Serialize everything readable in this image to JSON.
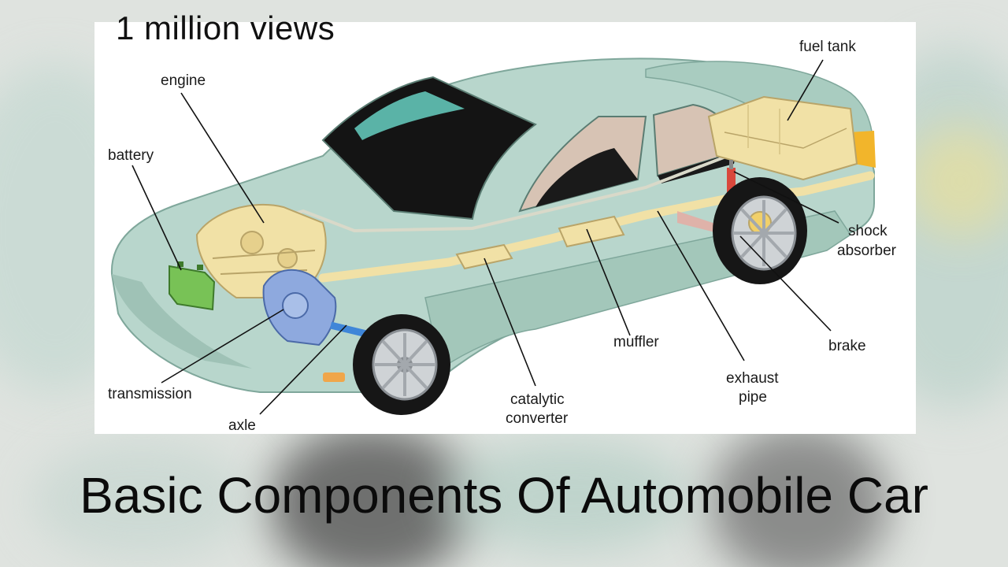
{
  "overlay_text": "1 million views",
  "title": "Basic Components Of Automobile Car",
  "diagram": {
    "labels": {
      "engine": "engine",
      "battery": "battery",
      "transmission": "transmission",
      "axle": "axle",
      "catalytic": [
        "catalytic",
        "converter"
      ],
      "muffler": "muffler",
      "exhaust": [
        "exhaust",
        "pipe"
      ],
      "brake": "brake",
      "shock": [
        "shock",
        "absorber"
      ],
      "fuel_tank": "fuel tank"
    }
  },
  "colors": {
    "body": "#b8d6cc",
    "components": "#f1e1a6",
    "battery": "#78c256",
    "transmission": "#8ea9de",
    "shock": "#d9483c"
  }
}
